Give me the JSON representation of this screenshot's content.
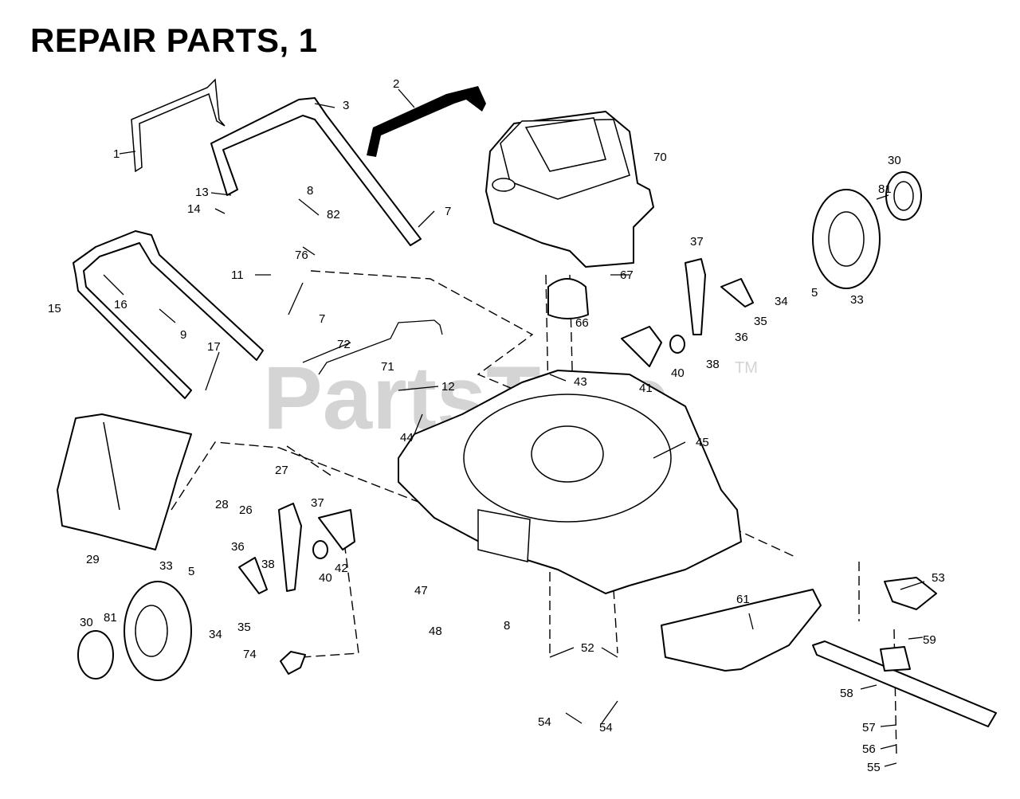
{
  "title": "REPAIR PARTS, 1",
  "watermark": {
    "text": "PartsTree",
    "tm": "TM"
  },
  "colors": {
    "ink": "#000000",
    "watermark": "#d4d4d4",
    "background": "#ffffff"
  },
  "callouts": [
    "1",
    "2",
    "3",
    "5",
    "5",
    "7",
    "7",
    "8",
    "8",
    "9",
    "11",
    "12",
    "13",
    "14",
    "15",
    "16",
    "17",
    "26",
    "27",
    "28",
    "29",
    "30",
    "30",
    "33",
    "33",
    "34",
    "34",
    "35",
    "35",
    "36",
    "36",
    "37",
    "37",
    "38",
    "38",
    "40",
    "40",
    "41",
    "42",
    "43",
    "44",
    "45",
    "47",
    "48",
    "52",
    "53",
    "54",
    "54",
    "55",
    "56",
    "57",
    "58",
    "59",
    "61",
    "66",
    "67",
    "70",
    "71",
    "72",
    "74",
    "76",
    "81",
    "81",
    "82"
  ]
}
